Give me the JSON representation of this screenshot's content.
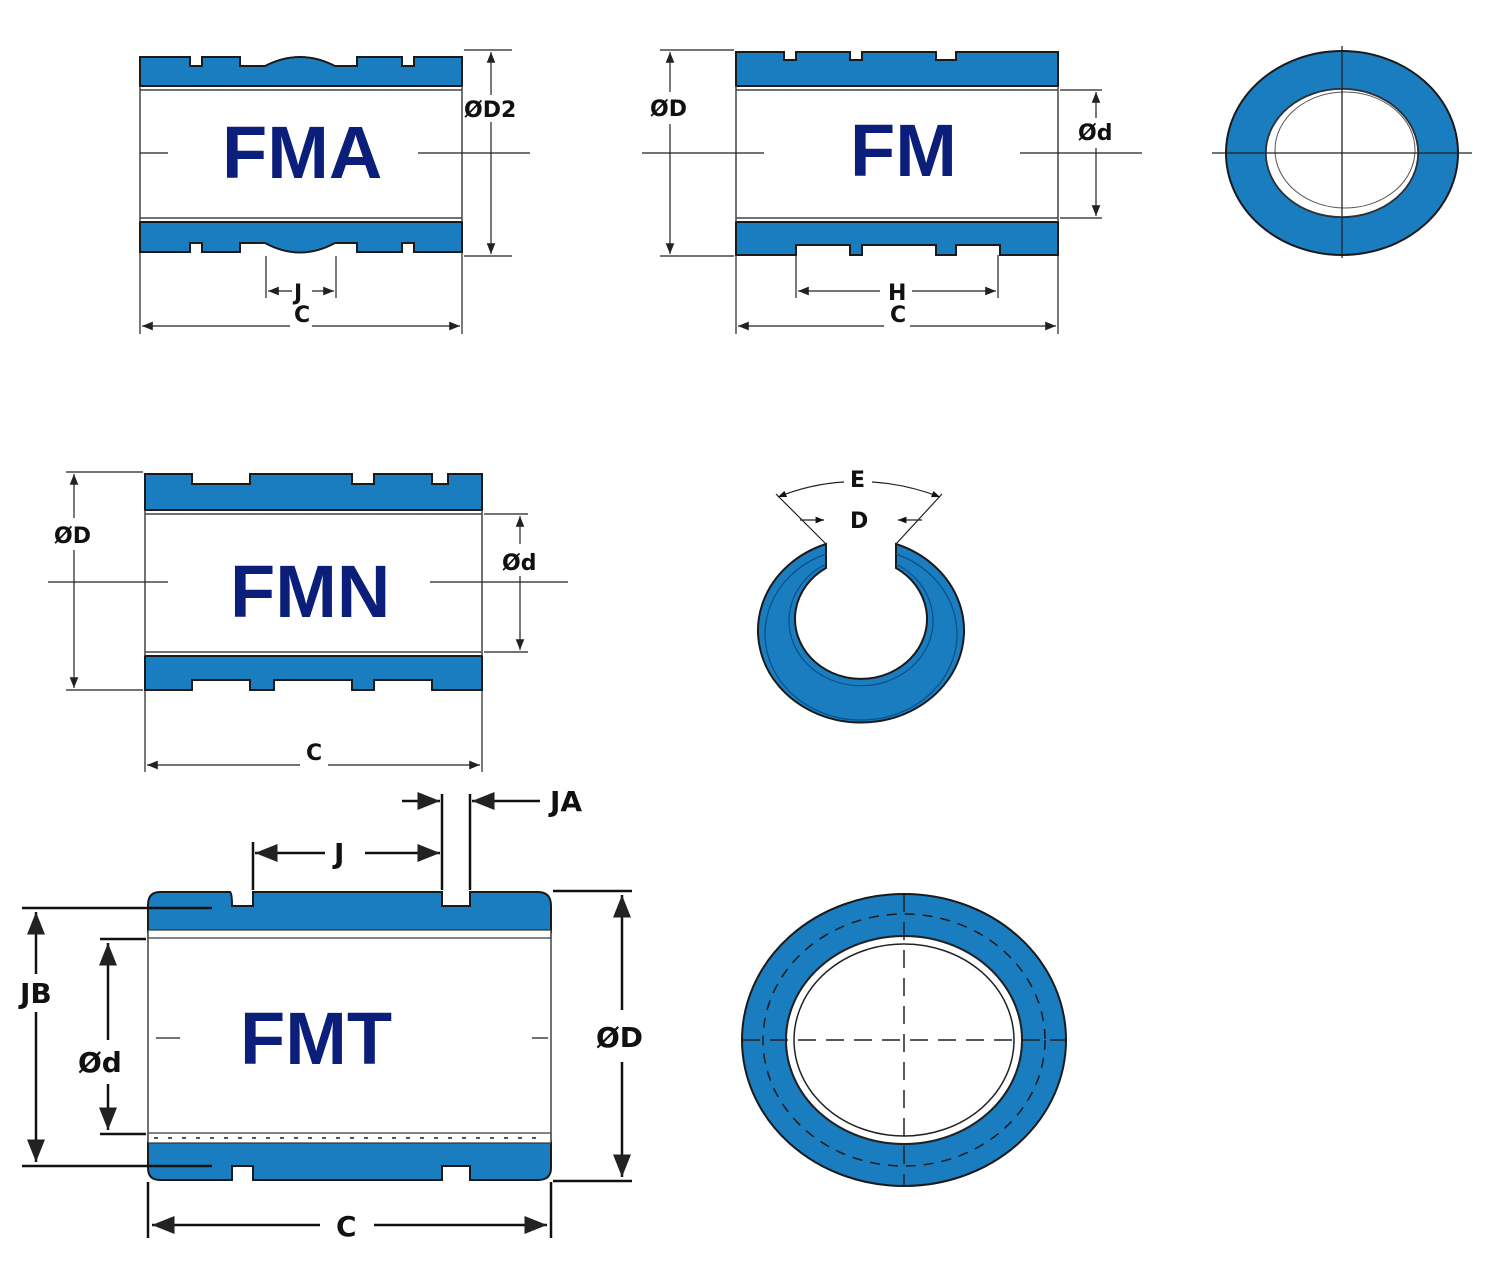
{
  "colors": {
    "body": "#1a7dc0",
    "label": "#0b1f7a",
    "line": "#1a1a1a"
  },
  "fma": {
    "model": "FMA",
    "dia_outer": "ØD2",
    "groove_width": "J",
    "length": "C"
  },
  "fm": {
    "model": "FM",
    "dia_outer": "ØD",
    "dia_inner": "Ød",
    "groove_spacing": "H",
    "length": "C"
  },
  "fmn": {
    "model": "FMN",
    "dia_outer": "ØD",
    "dia_inner": "Ød",
    "length": "C"
  },
  "open_section": {
    "slot_angle": "E",
    "slot_width": "D"
  },
  "fmt": {
    "model": "FMT",
    "groove_spacing": "J",
    "groove_width": "JA",
    "groove_dia": "JB",
    "dia_inner": "Ød",
    "dia_outer": "ØD",
    "length": "C"
  }
}
